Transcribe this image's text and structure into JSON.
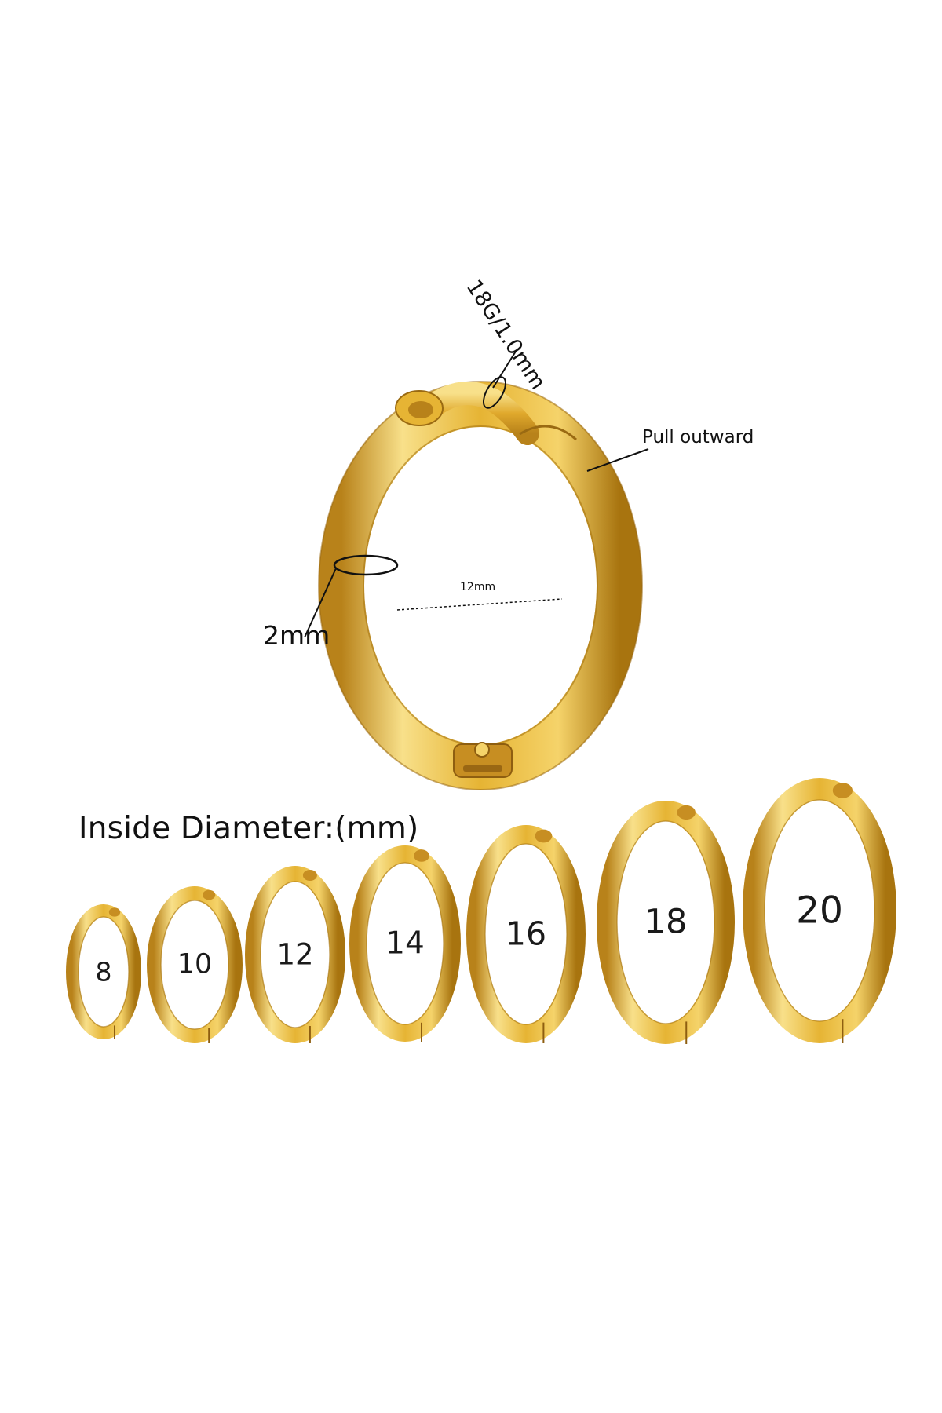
{
  "colors": {
    "gold_light": "#F8E08A",
    "gold_mid": "#E6B434",
    "gold_dark": "#B8821A",
    "gold_shadow": "#8E5E10",
    "line": "#111111"
  },
  "main_hoop": {
    "gauge_label": "18G/1.0mm",
    "pull_label": "Pull outward",
    "center_label": "12mm",
    "wire_label": "2mm"
  },
  "sizes": {
    "heading": "Inside Diameter:(mm)",
    "items": [
      {
        "label": "8"
      },
      {
        "label": "10"
      },
      {
        "label": "12"
      },
      {
        "label": "14"
      },
      {
        "label": "16"
      },
      {
        "label": "18"
      },
      {
        "label": "20"
      }
    ]
  }
}
